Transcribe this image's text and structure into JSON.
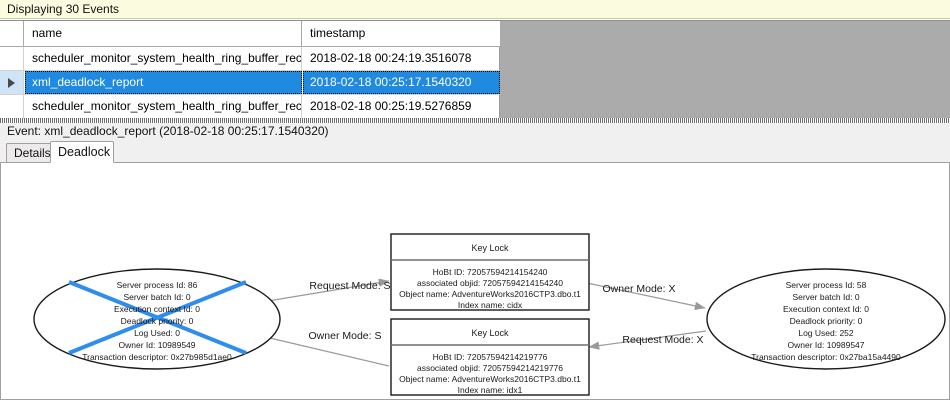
{
  "caption": {
    "text": "Displaying 30 Events"
  },
  "grid": {
    "columns": [
      "",
      "name",
      "timestamp"
    ],
    "rows": [
      {
        "selected": false,
        "name": "scheduler_monitor_system_health_ring_buffer_recorded",
        "timestamp": "2018-02-18 00:24:19.3516078"
      },
      {
        "selected": true,
        "name": "xml_deadlock_report",
        "timestamp": "2018-02-18 00:25:17.1540320"
      },
      {
        "selected": false,
        "name": "scheduler_monitor_system_health_ring_buffer_recorded",
        "timestamp": "2018-02-18 00:25:19.5276859"
      }
    ],
    "selection_color": "#1f8ae0"
  },
  "event_header": {
    "text": "Event: xml_deadlock_report (2018-02-18 00:25:17.1540320)"
  },
  "tabs": [
    {
      "label": "Details",
      "active": false
    },
    {
      "label": "Deadlock",
      "active": true
    }
  ],
  "deadlock": {
    "victim_marker_color": "#2e8ded",
    "processes": [
      {
        "id": "process-left",
        "victim": true,
        "lines": [
          "Server process Id: 86",
          "Server batch Id: 0",
          "Execution context Id: 0",
          "Deadlock priority: 0",
          "Log Used: 0",
          "Owner Id: 10989549",
          "Transaction descriptor: 0x27b985d1ae0"
        ]
      },
      {
        "id": "process-right",
        "victim": false,
        "lines": [
          "Server process Id: 58",
          "Server batch Id: 0",
          "Execution context Id: 0",
          "Deadlock priority: 0",
          "Log Used: 252",
          "Owner Id: 10989547",
          "Transaction descriptor: 0x27ba15a4490"
        ]
      }
    ],
    "resources": [
      {
        "id": "keylock-top",
        "title": "Key Lock",
        "lines": [
          "HoBt ID: 72057594214154240",
          "associated objid: 72057594214154240",
          "Object name: AdventureWorks2016CTP3.dbo.t1",
          "Index name: cidx"
        ]
      },
      {
        "id": "keylock-bottom",
        "title": "Key Lock",
        "lines": [
          "HoBt ID: 72057594214219776",
          "associated objid: 72057594214219776",
          "Object name: AdventureWorks2016CTP3.dbo.t1",
          "Index name: idx1"
        ]
      }
    ],
    "edges": [
      {
        "id": "edge-left-request",
        "label": "Request Mode: S"
      },
      {
        "id": "edge-right-owner",
        "label": "Owner Mode: X"
      },
      {
        "id": "edge-left-owner",
        "label": "Owner Mode: S"
      },
      {
        "id": "edge-right-request",
        "label": "Request Mode: X"
      }
    ]
  }
}
